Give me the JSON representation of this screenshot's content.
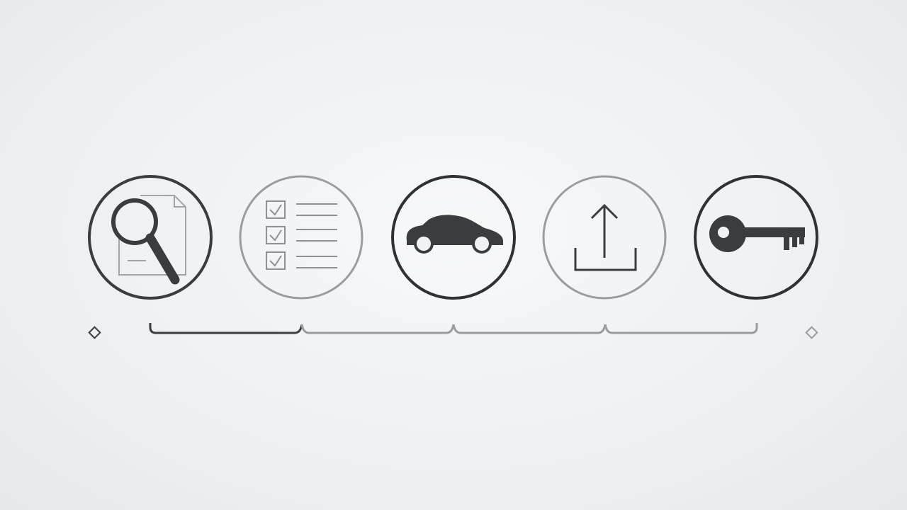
{
  "process": {
    "steps": [
      {
        "id": "research",
        "icon": "magnifier-document-icon",
        "emphasis": "dark"
      },
      {
        "id": "checklist",
        "icon": "checklist-icon",
        "emphasis": "light"
      },
      {
        "id": "vehicle",
        "icon": "car-icon",
        "emphasis": "dark"
      },
      {
        "id": "upload",
        "icon": "upload-icon",
        "emphasis": "light"
      },
      {
        "id": "keys",
        "icon": "key-icon",
        "emphasis": "dark"
      }
    ],
    "connectors": [
      {
        "from": "research",
        "to": "checklist",
        "emphasis": "dark"
      },
      {
        "from": "checklist",
        "to": "vehicle",
        "emphasis": "light"
      },
      {
        "from": "vehicle",
        "to": "upload",
        "emphasis": "light"
      },
      {
        "from": "upload",
        "to": "keys",
        "emphasis": "light"
      }
    ],
    "end_markers": [
      "start-diamond",
      "end-diamond"
    ]
  },
  "colors": {
    "dark": "#3a3d40",
    "light": "#9a9c9e",
    "doc": "#a2a4a6",
    "background": "#eef0f1"
  }
}
